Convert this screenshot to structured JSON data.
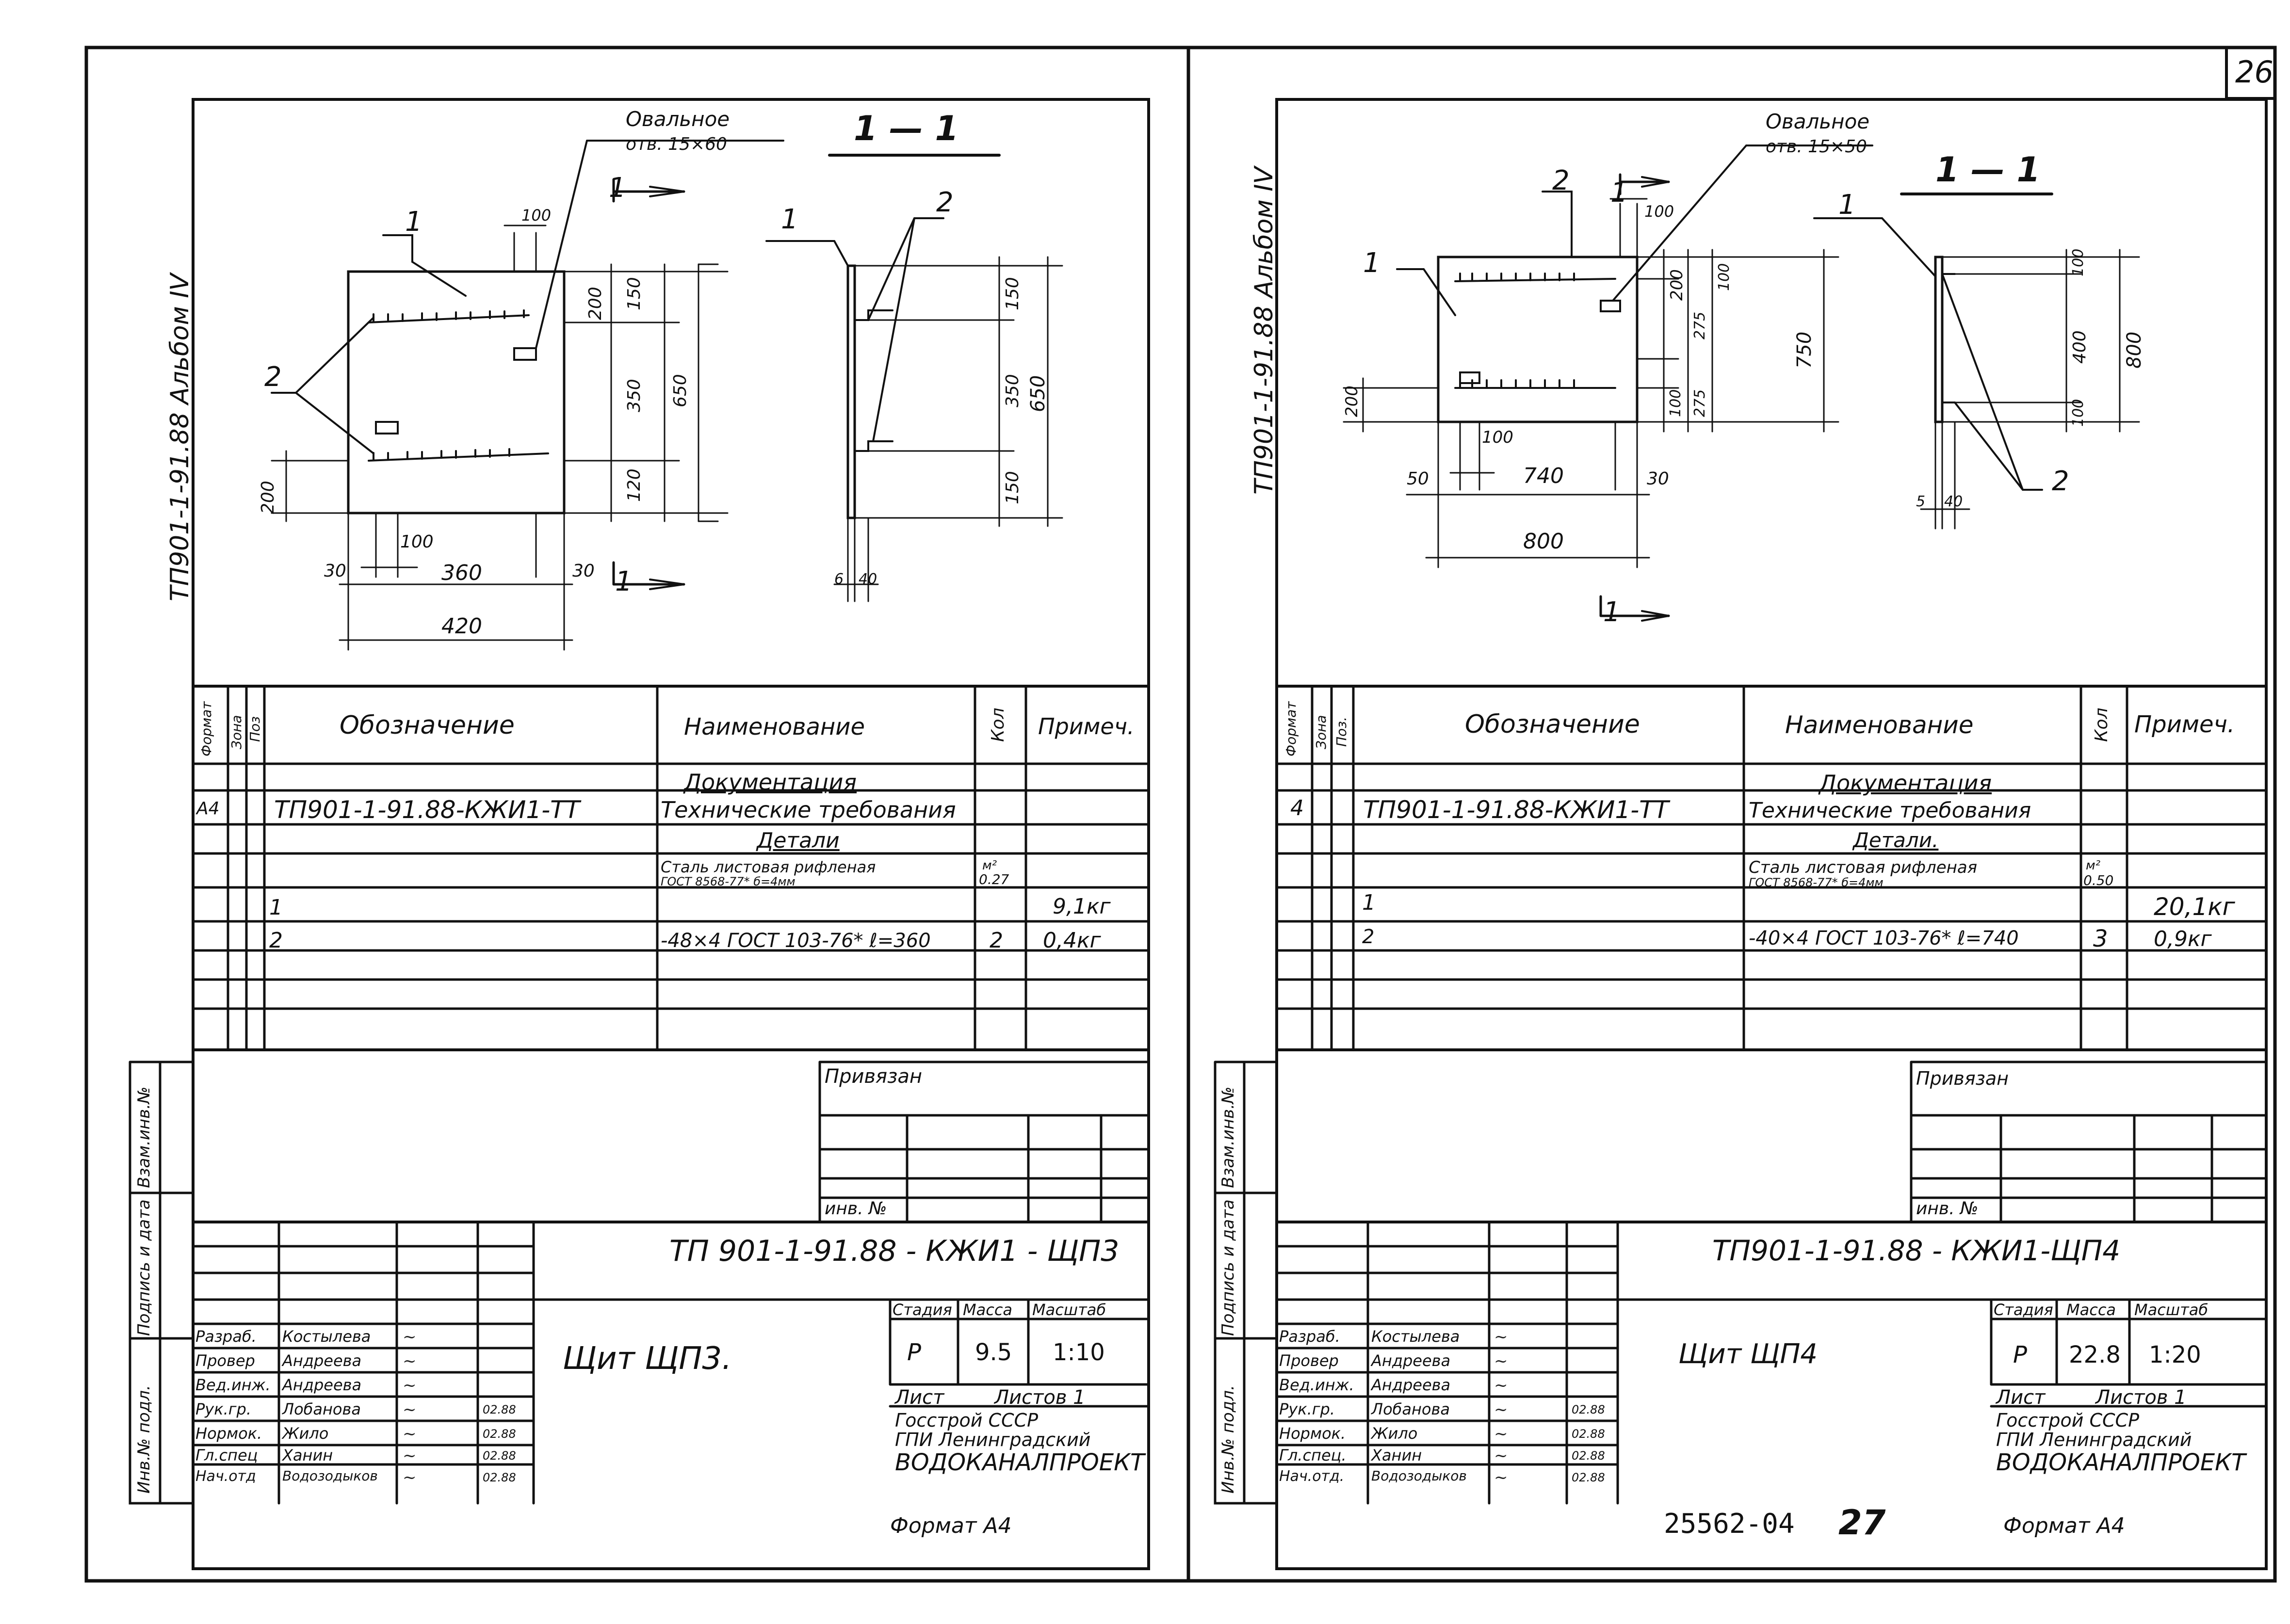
{
  "page_number": "26",
  "footer_number": "25562-04",
  "footer_handwritten": "27",
  "left": {
    "album": "ТП901-1-91.88 Альбом IV",
    "drawing": {
      "hole_label_1": "Овальное",
      "hole_label_2": "отв. 15×60",
      "section": "1 — 1",
      "callout_1": "1",
      "callout_2": "2",
      "section_mark": "1",
      "dims": {
        "d100_top": "100",
        "d200": "200",
        "d150_a": "150",
        "d350": "350",
        "d650": "650",
        "d120": "120",
        "d200_left": "200",
        "d100_bottom": "100",
        "d30_a": "30",
        "d360": "360",
        "d30_b": "30",
        "d420": "420",
        "s150_a": "150",
        "s350": "350",
        "s150_b": "150",
        "s650": "650",
        "s6": "6",
        "s40": "40"
      }
    },
    "spec": {
      "headers": {
        "format": "Формат",
        "zone": "Зона",
        "pos": "Поз",
        "designation": "Обозначение",
        "name": "Наименование",
        "qty": "Кол",
        "note": "Примеч."
      },
      "section_docs": "Документация",
      "row_doc": {
        "format": "А4",
        "designation": "ТП901-1-91.88-КЖИ1-ТТ",
        "name": "Технические требования"
      },
      "section_parts": "Детали",
      "row1": {
        "pos": "1",
        "name_1": "Сталь листовая рифленая",
        "name_2": "ГОСТ 8568-77* б=4мм",
        "qty_1": "м²",
        "qty_2": "0.27",
        "note": "9,1кг"
      },
      "row2": {
        "pos": "2",
        "name": "-48×4 ГОСТ 103-76* ℓ=360",
        "qty": "2",
        "note": "0,4кг"
      }
    },
    "stamp": {
      "bound": "Привязан",
      "inv": "инв. №",
      "code": "ТП 901-1-91.88 - КЖИ1 - ЩП3",
      "title": "Щит ЩП3.",
      "stage_h": "Стадия",
      "mass_h": "Масса",
      "scale_h": "Масштаб",
      "stage": "Р",
      "mass": "9.5",
      "scale": "1:10",
      "sheet": "Лист",
      "sheets": "Листов 1",
      "org_1": "Госстрой СССР",
      "org_2": "ГПИ Ленинградский",
      "org_3": "ВОДОКАНАЛПРОЕКТ",
      "roles": [
        "Разраб.",
        "Провер",
        "Вед.инж.",
        "Рук.гр.",
        "Нормок.",
        "Гл.спец",
        "Нач.отд"
      ],
      "names": [
        "Костылева",
        "Андреева",
        "Андреева",
        "Лобанова",
        "Жило",
        "Ханин",
        "Водозодыков"
      ],
      "dates": [
        "",
        "",
        "",
        "02.88",
        "02.88",
        "02.88",
        "02.88"
      ],
      "side_1": "Взам.инв.№",
      "side_2": "Подпись и дата",
      "side_3": "Инв.№ подл.",
      "format": "Формат А4"
    }
  },
  "right": {
    "album": "ТП901-1-91.88 Альбом IV",
    "drawing": {
      "hole_label_1": "Овальное",
      "hole_label_2": "отв. 15×50",
      "section": "1 — 1",
      "callout_1": "1",
      "callout_2": "2",
      "section_mark": "1",
      "dims": {
        "d100_top": "100",
        "d200": "200",
        "d275_a": "275",
        "d100_r": "100",
        "d275_b": "275",
        "d100_b": "100",
        "d750": "750",
        "d200_left": "200",
        "d100_bottom": "100",
        "d50": "50",
        "d740": "740",
        "d30": "30",
        "d800": "800",
        "s100_a": "100",
        "s400": "400",
        "s100_b": "100",
        "s800": "800",
        "s5": "5",
        "s40": "40"
      }
    },
    "spec": {
      "headers": {
        "format": "Формат",
        "zone": "Зона",
        "pos": "Поз.",
        "designation": "Обозначение",
        "name": "Наименование",
        "qty": "Кол",
        "note": "Примеч."
      },
      "section_docs": "Документация",
      "row_doc": {
        "format": "4",
        "designation": "ТП901-1-91.88-КЖИ1-ТТ",
        "name": "Технические требования"
      },
      "section_parts": "Детали.",
      "row1": {
        "pos": "1",
        "name_1": "Сталь листовая рифленая",
        "name_2": "ГОСТ 8568-77* б=4мм",
        "qty_1": "м²",
        "qty_2": "0.50",
        "note": "20,1кг"
      },
      "row2": {
        "pos": "2",
        "name": "-40×4 ГОСТ 103-76* ℓ=740",
        "qty": "3",
        "note": "0,9кг"
      }
    },
    "stamp": {
      "bound": "Привязан",
      "inv": "инв. №",
      "code": "ТП901-1-91.88 - КЖИ1-ЩП4",
      "title": "Щит ЩП4",
      "stage_h": "Стадия",
      "mass_h": "Масса",
      "scale_h": "Масштаб",
      "stage": "Р",
      "mass": "22.8",
      "scale": "1:20",
      "sheet": "Лист",
      "sheets": "Листов 1",
      "org_1": "Госстрой СССР",
      "org_2": "ГПИ Ленинградский",
      "org_3": "ВОДОКАНАЛПРОЕКТ",
      "roles": [
        "Разраб.",
        "Провер",
        "Вед.инж.",
        "Рук.гр.",
        "Нормок.",
        "Гл.спец.",
        "Нач.отд."
      ],
      "names": [
        "Костылева",
        "Андреева",
        "Андреева",
        "Лобанова",
        "Жило",
        "Ханин",
        "Водозодыков"
      ],
      "dates": [
        "",
        "",
        "",
        "02.88",
        "02.88",
        "02.88",
        "02.88"
      ],
      "side_1": "Взам.инв.№",
      "side_2": "Подпись и дата",
      "side_3": "Инв.№ подл.",
      "format": "Формат А4"
    }
  }
}
